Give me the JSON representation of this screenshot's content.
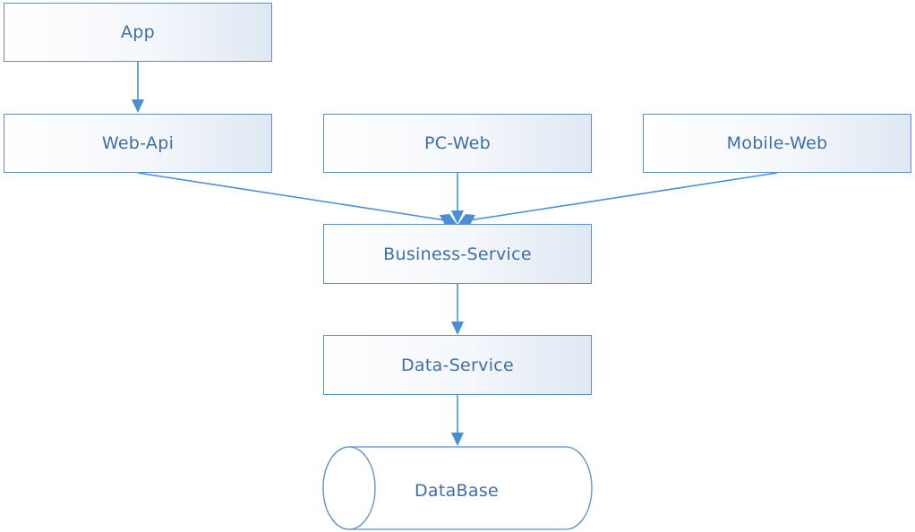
{
  "diagram": {
    "nodes": {
      "app": "App",
      "web_api": "Web-Api",
      "pc_web": "PC-Web",
      "mobile_web": "Mobile-Web",
      "business_service": "Business-Service",
      "data_service": "Data-Service",
      "database": "DataBase"
    },
    "edges": [
      {
        "from": "App",
        "to": "Web-Api"
      },
      {
        "from": "Web-Api",
        "to": "Business-Service"
      },
      {
        "from": "PC-Web",
        "to": "Business-Service"
      },
      {
        "from": "Mobile-Web",
        "to": "Business-Service"
      },
      {
        "from": "Business-Service",
        "to": "Data-Service"
      },
      {
        "from": "Data-Service",
        "to": "DataBase"
      }
    ],
    "colors": {
      "border": "#5b8fc9",
      "text": "#3d6fa6",
      "arrow": "#4a8fd6"
    }
  }
}
